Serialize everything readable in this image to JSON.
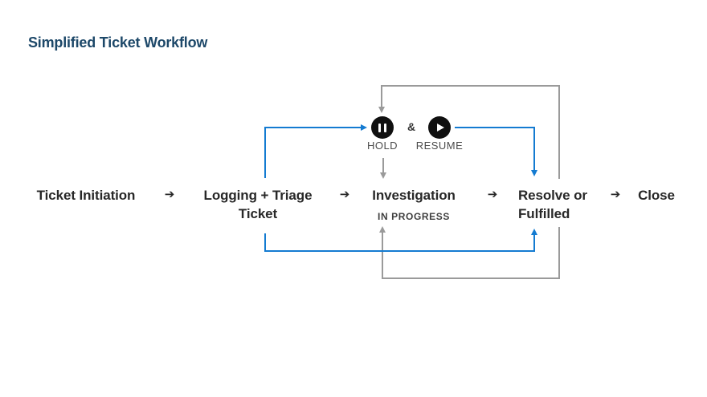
{
  "title": "Simplified Ticket Workflow",
  "flow": {
    "arrow_glyph": "➔",
    "steps": [
      {
        "line1": "Ticket Initiation",
        "line2": ""
      },
      {
        "line1": "Logging + Triage",
        "line2": "Ticket"
      },
      {
        "line1": "Investigation",
        "line2": "",
        "status": "IN PROGRESS"
      },
      {
        "line1": "Resolve or",
        "line2": "Fulfilled"
      },
      {
        "line1": "Close",
        "line2": ""
      }
    ]
  },
  "hold_resume": {
    "hold_label": "HOLD",
    "resume_label": "RESUME",
    "separator": "&"
  },
  "colors": {
    "title_navy": "#1d4869",
    "accent_blue": "#147bd1",
    "connector_gray": "#9a9a9a",
    "text_dark": "#282828",
    "text_muted": "#4c4c4c",
    "background": "#ffffff"
  }
}
